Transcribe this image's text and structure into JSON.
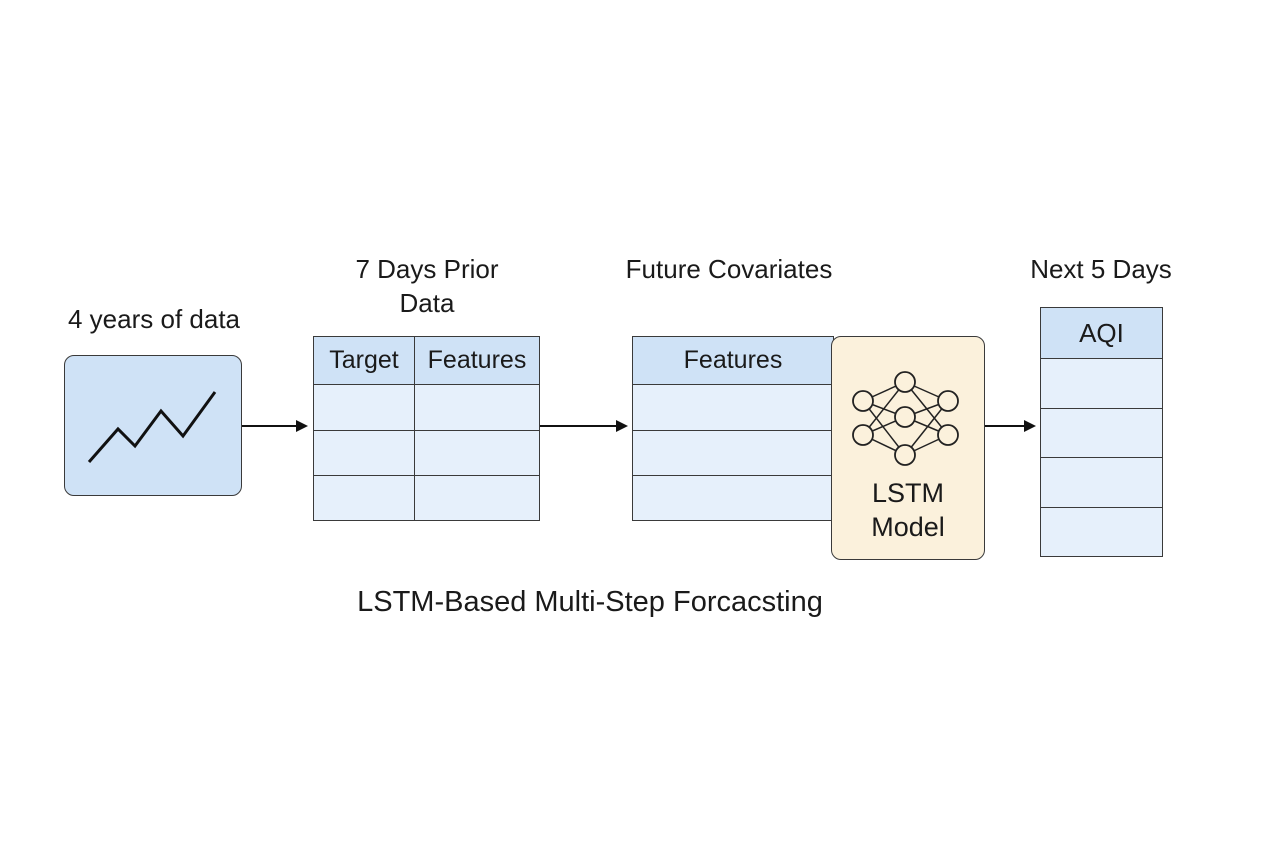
{
  "labels": {
    "input": "4 years of data",
    "prior_line1": "7 Days Prior",
    "prior_line2": "Data",
    "covariates": "Future Covariates",
    "output": "Next 5 Days",
    "caption": "LSTM-Based Multi-Step Forcacsting"
  },
  "prior_table": {
    "headers": [
      "Target",
      "Features"
    ],
    "empty_rows": 3
  },
  "covariate_table": {
    "header": "Features",
    "empty_rows": 3
  },
  "model": {
    "line1": "LSTM",
    "line2": "Model",
    "icon": "neural-network-icon"
  },
  "output_table": {
    "header": "AQI",
    "empty_rows": 4
  },
  "input_icon": "line-chart-icon",
  "colors": {
    "table_fill": "#e6f0fb",
    "header_fill": "#cfe2f6",
    "model_fill": "#fbf1dc",
    "stroke": "#3a3a3a"
  }
}
